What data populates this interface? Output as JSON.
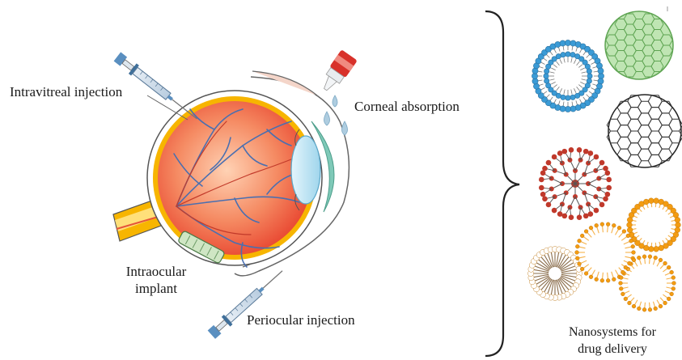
{
  "labels": {
    "intravitreal": "Intravitreal injection",
    "corneal": "Corneal absorption",
    "intraocular_line1": "Intraocular",
    "intraocular_line2": "implant",
    "periocular": "Periocular injection",
    "nano_line1": "Nanosystems for",
    "nano_line2": "drug delivery"
  },
  "colors": {
    "eye_red": "#f0553c",
    "sclera_yellow": "#f7b500",
    "lens_blue": "#bfe6f5",
    "cornea_teal": "#7fc9b8",
    "vessel_blue": "#4a6fb0",
    "syringe_blue": "#5a8fc0",
    "bottle_red": "#d8312a",
    "drop_blue": "#aecde0",
    "liposome_blue": "#3b9bd6",
    "fullerene_green": "#8ccf7e",
    "dendrimer_red": "#c0392b",
    "micelle_orange": "#f39c12",
    "micelle_brown": "#8a6d4b"
  },
  "icons": {
    "syringe_top": "syringe-icon",
    "syringe_bottom": "syringe-icon",
    "eye_drop_bottle": "eye-drop-bottle-icon",
    "eye": "eye-cross-section-icon",
    "implant": "implant-icon",
    "bracket": "curly-bracket",
    "nanoparticles": [
      "liposome-icon",
      "green-fullerene-icon",
      "white-fullerene-icon",
      "dendrimer-icon",
      "orange-micelle-icon",
      "brown-micelle-icon",
      "orange-micelle-icon",
      "orange-micelle-icon"
    ]
  }
}
